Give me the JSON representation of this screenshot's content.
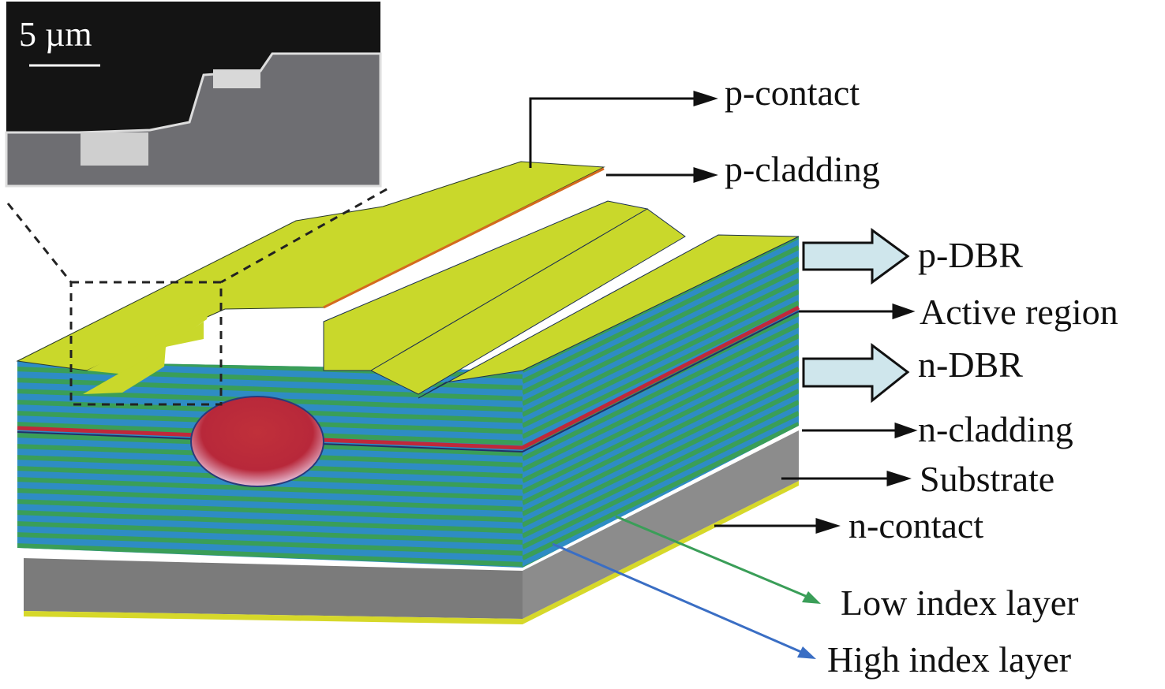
{
  "inset": {
    "scale_label": "5 µm"
  },
  "labels": {
    "p_contact": "p-contact",
    "p_cladding": "p-cladding",
    "p_dbr": "p-DBR",
    "active_region": "Active region",
    "n_dbr": "n-DBR",
    "n_cladding": "n-cladding",
    "substrate": "Substrate",
    "n_contact": "n-contact",
    "low_index": "Low index layer",
    "high_index": "High index layer"
  },
  "colors": {
    "contact": "#c9d82b",
    "high_index": "#2e8cc4",
    "low_index": "#3a9e58",
    "active": "#c0283a",
    "substrate": "#7b7b7b",
    "dbr_arrow": "#cfe6ec"
  }
}
